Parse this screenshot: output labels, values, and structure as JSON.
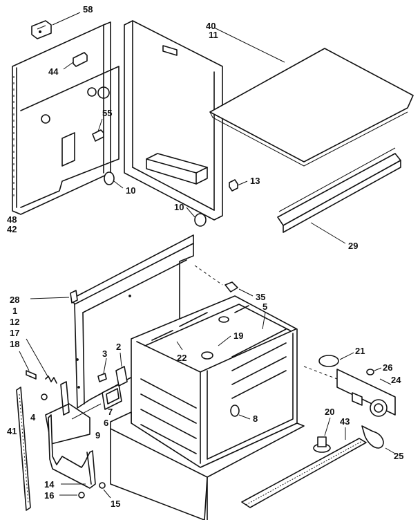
{
  "callouts": [
    {
      "id": "58",
      "label": "58"
    },
    {
      "id": "40",
      "label": "40"
    },
    {
      "id": "11",
      "label": "11"
    },
    {
      "id": "44",
      "label": "44"
    },
    {
      "id": "55",
      "label": "55"
    },
    {
      "id": "10a",
      "label": "10"
    },
    {
      "id": "10b",
      "label": "10"
    },
    {
      "id": "13",
      "label": "13"
    },
    {
      "id": "48",
      "label": "48"
    },
    {
      "id": "42",
      "label": "42"
    },
    {
      "id": "29",
      "label": "29"
    },
    {
      "id": "28",
      "label": "28"
    },
    {
      "id": "35",
      "label": "35"
    },
    {
      "id": "5",
      "label": "5"
    },
    {
      "id": "1",
      "label": "1"
    },
    {
      "id": "12",
      "label": "12"
    },
    {
      "id": "17",
      "label": "17"
    },
    {
      "id": "18",
      "label": "18"
    },
    {
      "id": "19",
      "label": "19"
    },
    {
      "id": "21",
      "label": "21"
    },
    {
      "id": "3",
      "label": "3"
    },
    {
      "id": "2",
      "label": "2"
    },
    {
      "id": "22",
      "label": "22"
    },
    {
      "id": "26",
      "label": "26"
    },
    {
      "id": "24",
      "label": "24"
    },
    {
      "id": "4",
      "label": "4"
    },
    {
      "id": "7",
      "label": "7"
    },
    {
      "id": "6",
      "label": "6"
    },
    {
      "id": "9",
      "label": "9"
    },
    {
      "id": "8",
      "label": "8"
    },
    {
      "id": "20",
      "label": "20"
    },
    {
      "id": "43",
      "label": "43"
    },
    {
      "id": "41",
      "label": "41"
    },
    {
      "id": "25",
      "label": "25"
    },
    {
      "id": "14",
      "label": "14"
    },
    {
      "id": "16",
      "label": "16"
    },
    {
      "id": "15",
      "label": "15"
    }
  ]
}
